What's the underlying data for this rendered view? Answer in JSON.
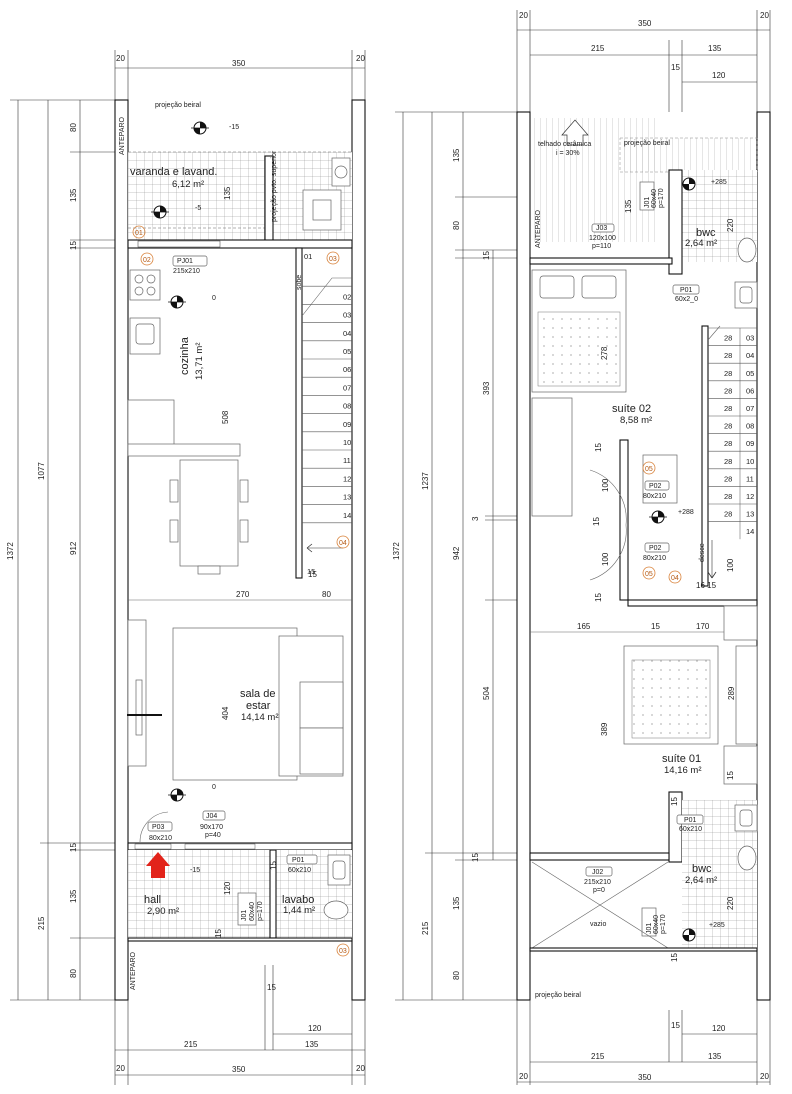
{
  "ground_floor": {
    "dims": {
      "top_overall": "350",
      "top_left_side": "20",
      "top_right_side": "20",
      "bottom_overall": "350",
      "bottom_215": "215",
      "bottom_135": "135",
      "bottom_120": "120",
      "bottom_left_side": "20",
      "bottom_right_side": "20",
      "bottom_15": "15",
      "left_overall": "1372",
      "left_1077": "1077",
      "left_80_top": "80",
      "left_135_top": "135",
      "left_15_top": "15",
      "left_912": "912",
      "left_15_bottom": "15",
      "left_215": "215",
      "left_135_bottom": "135",
      "left_80_bottom": "80",
      "interior_508": "508",
      "interior_404": "404",
      "interior_270": "270",
      "interior_80": "80",
      "interior_135": "135",
      "interior_120": "120",
      "interior_15_a": "15",
      "interior_15_b": "15",
      "stair_15": "15"
    },
    "labels": {
      "projecao_beiral": "projeção beiral",
      "anteparo_top": "ANTEPARO",
      "anteparo_bottom": "ANTEPARO",
      "projecao_pvto": "projeção pvto. superior",
      "sobe": "sobe"
    },
    "rooms": {
      "varanda_name": "varanda e lavand.",
      "varanda_area": "6,12 m²",
      "cozinha_name": "cozinha",
      "cozinha_area": "13,71 m²",
      "sala_name_1": "sala de",
      "sala_name_2": "estar",
      "sala_area": "14,14 m²",
      "hall_name": "hall",
      "hall_area": "2,90 m²",
      "lavabo_name": "lavabo",
      "lavabo_area": "1,44 m²"
    },
    "levels": {
      "varanda_a": "-15",
      "varanda_b": "-5",
      "cozinha": "0",
      "sala": "0",
      "hall": "-15"
    },
    "openings": {
      "pj01_code": "PJ01",
      "pj01_size": "215x210",
      "p03_code": "P03",
      "p03_size": "80x210",
      "j04_code": "J04",
      "j04_size": "90x170",
      "j04_sill": "p=40",
      "p01_code": "P01",
      "p01_size": "60x210",
      "j01_code": "J01",
      "j01_size": "60x40",
      "j01_sill": "p=170"
    },
    "tags": {
      "t01": "01",
      "t02": "02",
      "t03_top": "03",
      "t03_bottom": "03",
      "t04": "04"
    },
    "stair_steps": [
      "01",
      "02",
      "03",
      "04",
      "05",
      "06",
      "07",
      "08",
      "09",
      "10",
      "11",
      "12",
      "13",
      "14",
      "15"
    ]
  },
  "upper_floor": {
    "dims": {
      "top_overall": "350",
      "top_left_side": "20",
      "top_right_side": "20",
      "top_215": "215",
      "top_135": "135",
      "top_15": "15",
      "top_120": "120",
      "bottom_overall": "350",
      "bottom_215": "215",
      "bottom_135": "135",
      "bottom_120": "120",
      "bottom_15": "15",
      "bottom_left_side": "20",
      "bottom_right_side": "20",
      "left_overall": "1372",
      "left_1237": "1237",
      "left_135_top": "135",
      "left_80_top": "80",
      "left_393": "393",
      "left_15_a": "15",
      "left_3": "3",
      "left_942": "942",
      "left_504": "504",
      "left_15_b": "15",
      "left_215": "215",
      "left_135_bottom": "135",
      "left_80_bottom": "80",
      "int_278": "278",
      "int_389": "389",
      "int_289": "289",
      "int_100_a": "100",
      "int_100_b": "100",
      "int_15_a": "15",
      "int_15_b": "15",
      "int_15_c": "15",
      "int_15_d": "15",
      "int_15_e": "15",
      "int_165": "165",
      "int_170": "170",
      "int_16_15": "16 15",
      "int_220_a": "220",
      "int_220_b": "220",
      "int_15_f": "15",
      "int_15_g": "15",
      "int_135_a": "135",
      "int_100_c": "100"
    },
    "labels": {
      "telhado": "telhado cerâmica",
      "inclinacao": "i = 30%",
      "projecao_beiral_top": "projeção beiral",
      "projecao_beiral_bottom": "projeção beiral",
      "anteparo": "ANTEPARO",
      "desce": "desce",
      "vazio": "vazio"
    },
    "rooms": {
      "bwc_top_name": "bwc",
      "bwc_top_area": "2,64 m²",
      "suite02_name": "suíte 02",
      "suite02_area": "8,58 m²",
      "suite01_name": "suíte 01",
      "suite01_area": "14,16 m²",
      "bwc_bottom_name": "bwc",
      "bwc_bottom_area": "2,64 m²"
    },
    "levels": {
      "bwc_top": "+285",
      "hall": "+288",
      "bwc_bottom": "+285"
    },
    "openings": {
      "j03_code": "J03",
      "j03_size": "120x100",
      "j03_sill": "p=110",
      "j01a_code": "J01",
      "j01a_size": "60x40",
      "j01a_sill": "p=170",
      "p01a_code": "P01",
      "p01a_size": "60x2_0",
      "p02a_code": "P02",
      "p02a_size": "80x210",
      "p02b_code": "P02",
      "p02b_size": "80x210",
      "p01b_code": "P01",
      "p01b_size": "60x210",
      "j02_code": "J02",
      "j02_size": "215x210",
      "j02_sill": "p=0",
      "j01b_code": "J01",
      "j01b_size": "60x40",
      "j01b_sill": "p=170"
    },
    "tags": {
      "t04": "04",
      "t05_a": "05",
      "t05_b": "05"
    },
    "stair_steps": [
      "03",
      "04",
      "05",
      "06",
      "07",
      "08",
      "09",
      "10",
      "11",
      "12",
      "13",
      "14"
    ],
    "stair_riser": "28"
  }
}
